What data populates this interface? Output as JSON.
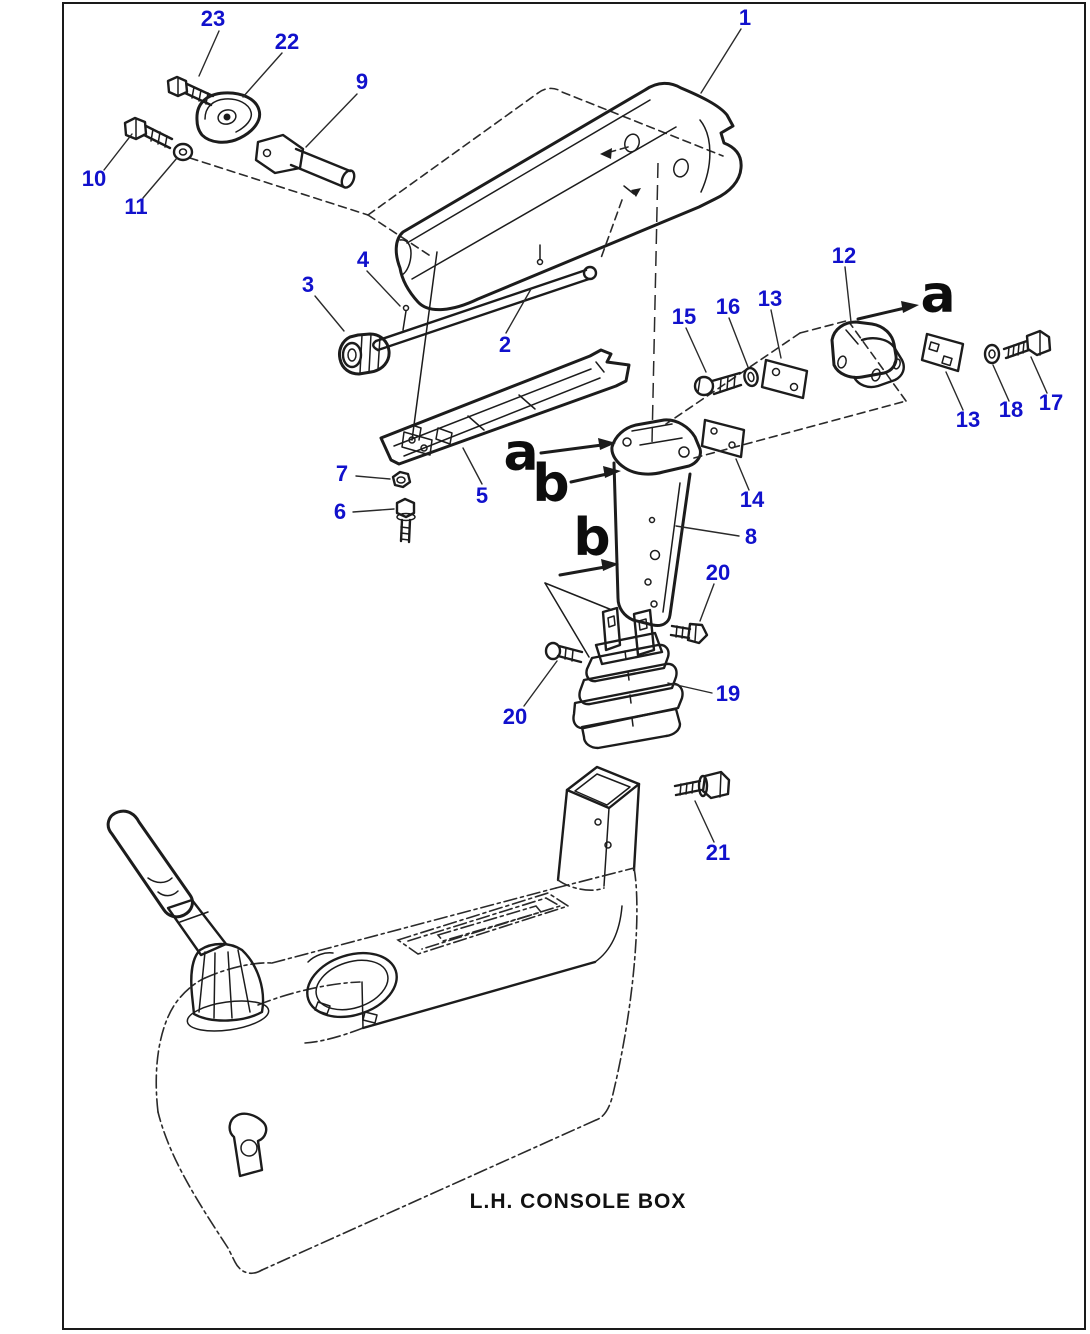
{
  "diagram": {
    "caption": "L.H. CONSOLE BOX",
    "colors": {
      "label": "#1111cc",
      "line": "#1c1c1c",
      "marker": "#0d0d0d"
    },
    "part_labels": [
      {
        "part": "23",
        "text": "23"
      },
      {
        "part": "22",
        "text": "22"
      },
      {
        "part": "9",
        "text": "9"
      },
      {
        "part": "1",
        "text": "1"
      },
      {
        "part": "10",
        "text": "10"
      },
      {
        "part": "11",
        "text": "11"
      },
      {
        "part": "4",
        "text": "4"
      },
      {
        "part": "3",
        "text": "3"
      },
      {
        "part": "2",
        "text": "2"
      },
      {
        "part": "12",
        "text": "12"
      },
      {
        "part": "15",
        "text": "15"
      },
      {
        "part": "16",
        "text": "16"
      },
      {
        "part": "13",
        "text": "13"
      },
      {
        "part": "13",
        "text": "13"
      },
      {
        "part": "18",
        "text": "18"
      },
      {
        "part": "17",
        "text": "17"
      },
      {
        "part": "14",
        "text": "14"
      },
      {
        "part": "7",
        "text": "7"
      },
      {
        "part": "5",
        "text": "5"
      },
      {
        "part": "6",
        "text": "6"
      },
      {
        "part": "8",
        "text": "8"
      },
      {
        "part": "20",
        "text": "20"
      },
      {
        "part": "20",
        "text": "20"
      },
      {
        "part": "19",
        "text": "19"
      },
      {
        "part": "21",
        "text": "21"
      }
    ],
    "view_markers": [
      {
        "view": "a-top",
        "text": "a"
      },
      {
        "view": "a-middle",
        "text": "a"
      },
      {
        "view": "b-middle",
        "text": "b"
      },
      {
        "view": "b-lower",
        "text": "b"
      }
    ]
  }
}
